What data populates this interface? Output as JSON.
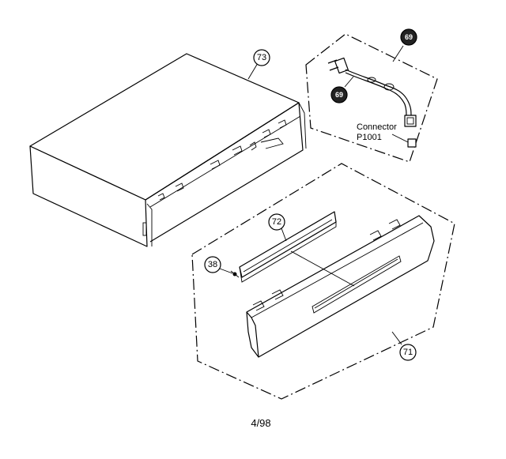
{
  "parts": {
    "cover": {
      "callout": "73"
    },
    "power_cord": {
      "callout_top": "69",
      "callout_mid": "69",
      "connector_label": "Connector",
      "connector_id": "P1001"
    },
    "front_panel": {
      "callout": "71"
    },
    "display_window": {
      "callout": "72"
    },
    "screw": {
      "callout": "38"
    }
  },
  "footer": {
    "page_number": "4/98"
  }
}
